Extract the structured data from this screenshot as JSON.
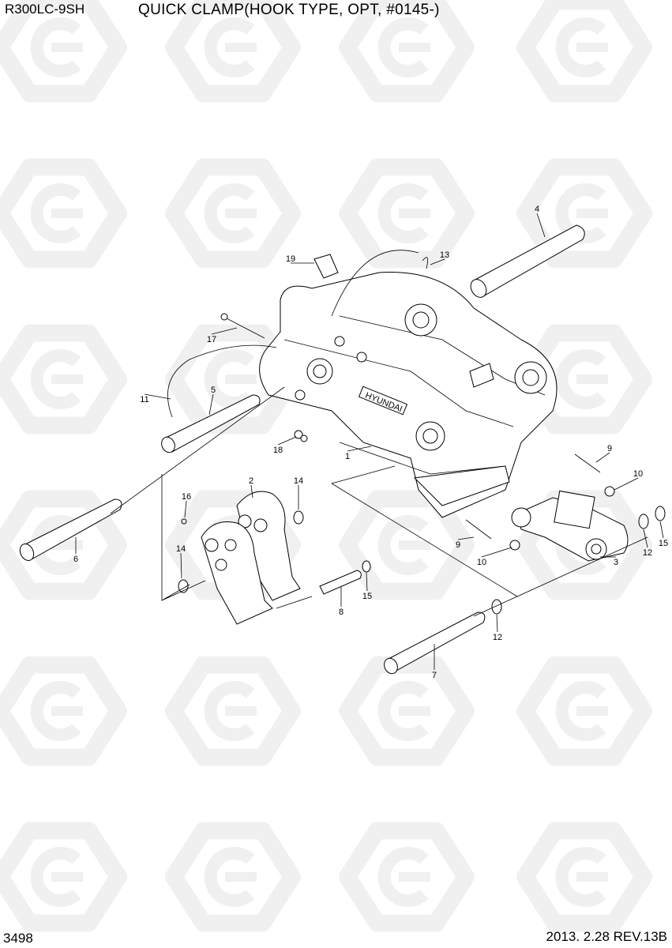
{
  "header": {
    "model": "R300LC-9SH",
    "title": "QUICK CLAMP(HOOK TYPE, OPT, #0145-)"
  },
  "footer": {
    "page_number": "3498",
    "revision": "2013. 2.28  REV.13B"
  },
  "watermark": {
    "icon": "hyundai-hexagon-logo",
    "color": "#f0f0f0"
  },
  "callouts": [
    "4",
    "13",
    "19",
    "17",
    "11",
    "5",
    "18",
    "1",
    "9",
    "10",
    "2",
    "14",
    "16",
    "6",
    "14",
    "9",
    "10",
    "12",
    "15",
    "3",
    "8",
    "15",
    "12",
    "7"
  ],
  "frame_text": "HYUNDAI"
}
